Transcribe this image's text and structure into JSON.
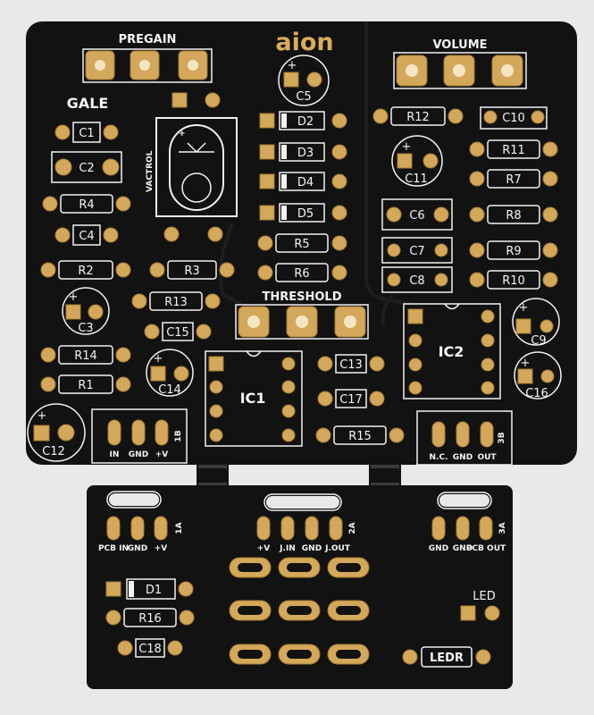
{
  "brand": "aion",
  "main_board": {
    "project_name": "GALE",
    "controls": {
      "pregain": "PREGAIN",
      "volume": "VOLUME",
      "threshold": "THRESHOLD",
      "vactrol": "VACTROL"
    },
    "ics": {
      "ic1": "IC1",
      "ic2": "IC2"
    },
    "capacitors": {
      "c1": "C1",
      "c2": "C2",
      "c3": "C3",
      "c4": "C4",
      "c5": "C5",
      "c6": "C6",
      "c7": "C7",
      "c8": "C8",
      "c9": "C9",
      "c10": "C10",
      "c11": "C11",
      "c12": "C12",
      "c13": "C13",
      "c14": "C14",
      "c15": "C15",
      "c16": "C16",
      "c17": "C17"
    },
    "resistors": {
      "r1": "R1",
      "r2": "R2",
      "r3": "R3",
      "r4": "R4",
      "r5": "R5",
      "r6": "R6",
      "r7": "R7",
      "r8": "R8",
      "r9": "R9",
      "r10": "R10",
      "r11": "R11",
      "r12": "R12",
      "r13": "R13",
      "r14": "R14",
      "r15": "R15"
    },
    "diodes": {
      "d2": "D2",
      "d3": "D3",
      "d4": "D4",
      "d5": "D5"
    },
    "header_1b": {
      "pins": [
        "IN",
        "GND",
        "+V"
      ],
      "tag": "1B"
    },
    "header_3b": {
      "pins": [
        "N.C.",
        "GND",
        "OUT"
      ],
      "tag": "3B"
    },
    "plus": "+"
  },
  "sub_board": {
    "header_1a": {
      "pins": [
        "PCB IN",
        "GND",
        "+V"
      ],
      "tag": "1A"
    },
    "header_2a": {
      "pins": [
        "+V",
        "J.IN",
        "GND",
        "J.OUT"
      ],
      "tag": "2A"
    },
    "header_3a": {
      "pins": [
        "GND",
        "GND",
        "PCB OUT"
      ],
      "tag": "3A"
    },
    "d1": "D1",
    "r16": "R16",
    "c18": "C18",
    "led": "LED",
    "ledr": "LEDR"
  }
}
